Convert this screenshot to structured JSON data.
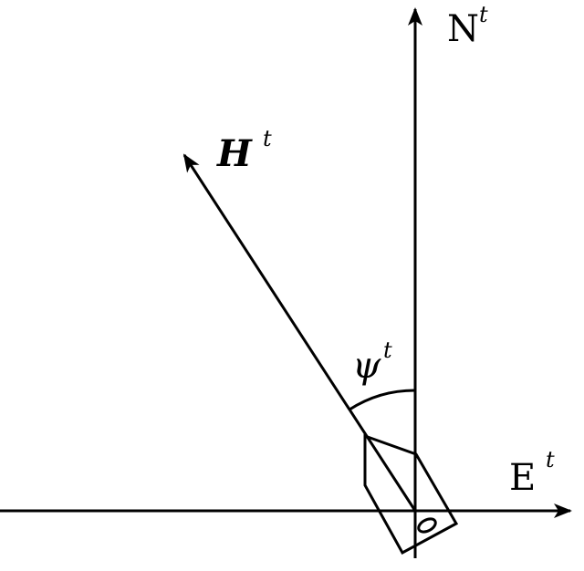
{
  "labels": {
    "north_main": "N",
    "north_sup": "t",
    "east_main": "E",
    "east_sup": "t",
    "heading_main": "H",
    "heading_sup": "t",
    "angle_main": "ψ",
    "angle_sup": "t"
  },
  "colors": {
    "stroke": "#000000",
    "background": "#ffffff"
  }
}
